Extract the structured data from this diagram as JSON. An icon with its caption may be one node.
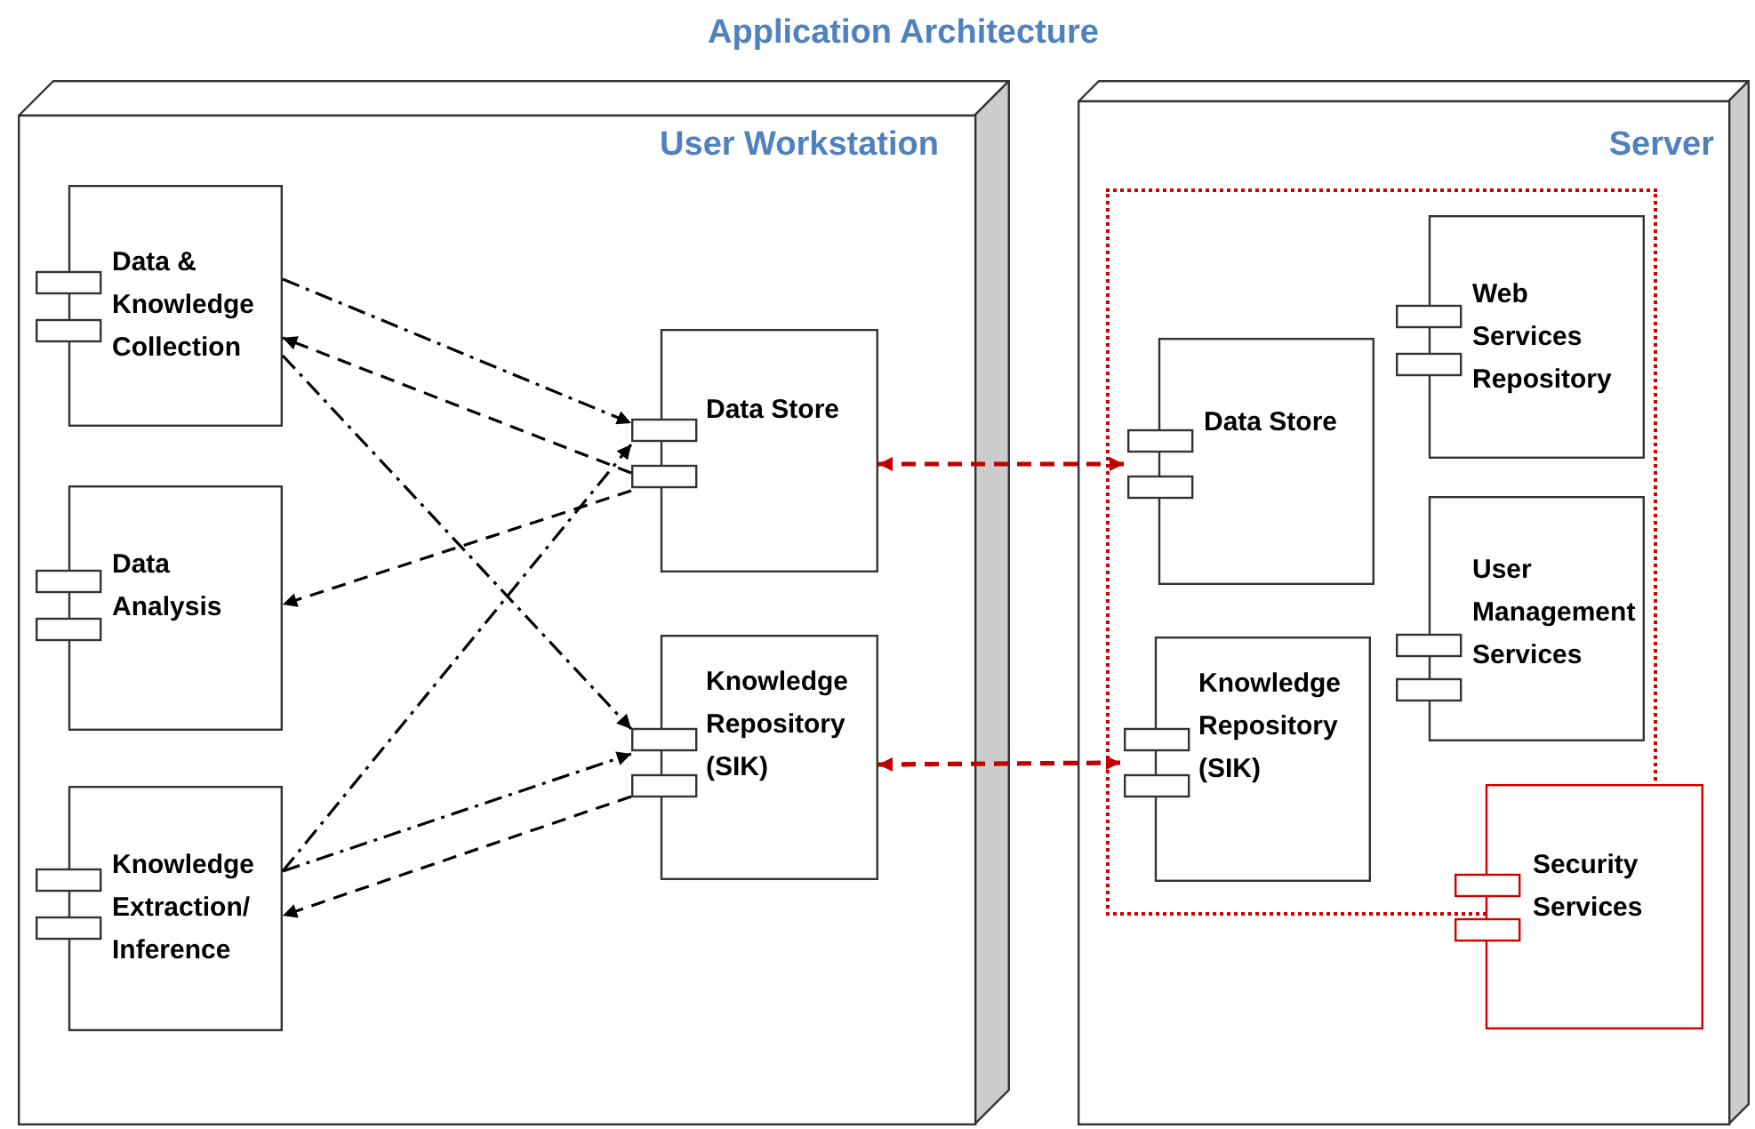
{
  "diagram": {
    "title": "Application Architecture",
    "nodes": [
      {
        "text": [
          "User Workstation"
        ]
      },
      {
        "text": [
          "Data & Knowledge Collection"
        ],
        "in": 0
      },
      {
        "text": [
          "Data Analysis"
        ],
        "in": 0
      },
      {
        "text": [
          "Knowledge Extraction/ Inference"
        ],
        "in": 0
      },
      {
        "text": [
          "Data Store"
        ],
        "in": 0
      },
      {
        "text": [
          "Knowledge Repository (SIK)"
        ],
        "in": 0
      },
      {
        "text": [
          "Server"
        ]
      },
      {
        "text": [],
        "shape": "box",
        "in": 6
      },
      {
        "text": [
          "Data Store"
        ],
        "in": 7
      },
      {
        "text": [
          "Knowledge Repository (SIK)"
        ],
        "in": 7
      },
      {
        "text": [
          "Web Services Repository"
        ],
        "in": 7
      },
      {
        "text": [
          "User Management Services"
        ],
        "in": 7
      },
      {
        "text": [
          "Security Services"
        ],
        "in": 6
      }
    ],
    "edges": [
      {
        "from": 1,
        "to": 4,
        "arrow": "to"
      },
      {
        "from": 4,
        "to": 1,
        "arrow": "to",
        "style": "dashed"
      },
      {
        "from": 1,
        "to": 5,
        "arrow": "to"
      },
      {
        "from": 4,
        "to": 2,
        "arrow": "to",
        "style": "dashed"
      },
      {
        "from": 3,
        "to": 4,
        "arrow": "to"
      },
      {
        "from": 3,
        "to": 5,
        "arrow": "to"
      },
      {
        "from": 5,
        "to": 3,
        "arrow": "to",
        "style": "dashed"
      },
      {
        "from": 4,
        "to": 8,
        "arrow": "both",
        "style": "dashed",
        "color": "#c00000"
      },
      {
        "from": 5,
        "to": 9,
        "arrow": "both",
        "style": "dashed",
        "color": "#c00000"
      }
    ]
  }
}
